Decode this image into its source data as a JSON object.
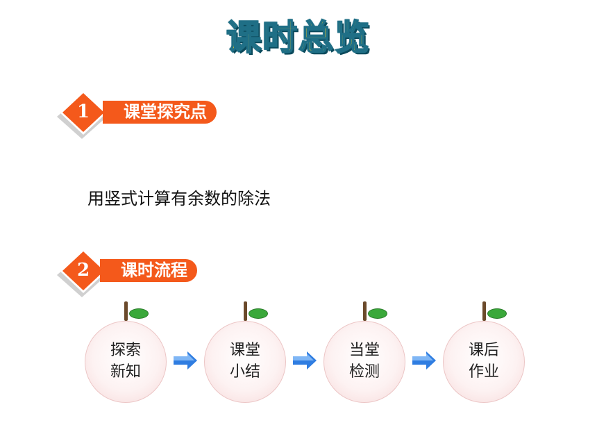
{
  "title": "课时总览",
  "section1": {
    "number": "1",
    "label": "课堂探究点"
  },
  "topic": "用竖式计算有余数的除法",
  "section2": {
    "number": "2",
    "label": "课时流程"
  },
  "steps": [
    {
      "line1": "探索",
      "line2": "新知"
    },
    {
      "line1": "课堂",
      "line2": "小结"
    },
    {
      "line1": "当堂",
      "line2": "检测"
    },
    {
      "line1": "课后",
      "line2": "作业"
    }
  ],
  "colors": {
    "accent": "#f4591b",
    "title_fill": "#ffd21f",
    "arrow": "#2f7de1"
  },
  "icons": [
    "diamond-badge-icon",
    "apple-stem-icon",
    "leaf-icon",
    "right-arrow-icon"
  ]
}
